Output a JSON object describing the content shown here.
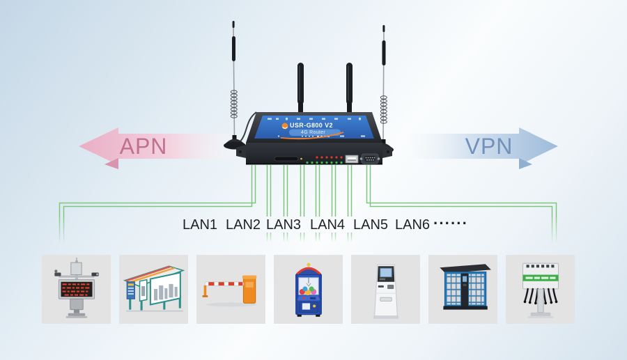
{
  "diagram": {
    "router": {
      "model": "USR-G800 V2",
      "subtitle": "4G Router"
    },
    "wan": {
      "apn_label": "APN",
      "vpn_label": "VPN"
    },
    "lan": {
      "labels": [
        "LAN1",
        "LAN2",
        "LAN3",
        "LAN4",
        "LAN5",
        "LAN6"
      ],
      "more_label": "······"
    },
    "devices": [
      {
        "name": "environmental-monitoring-station"
      },
      {
        "name": "bus-shelter-ad-display"
      },
      {
        "name": "parking-barrier-gate"
      },
      {
        "name": "arcade-claw-machine"
      },
      {
        "name": "self-service-kiosk"
      },
      {
        "name": "smart-parcel-locker"
      },
      {
        "name": "ev-charging-station"
      }
    ],
    "colors": {
      "lan_line_green": "#7ec57e",
      "apn_text": "#c0718e",
      "vpn_text": "#7191ba",
      "router_panel_blue": "#2f66b8",
      "tile_background": "#e3e3e3"
    }
  }
}
